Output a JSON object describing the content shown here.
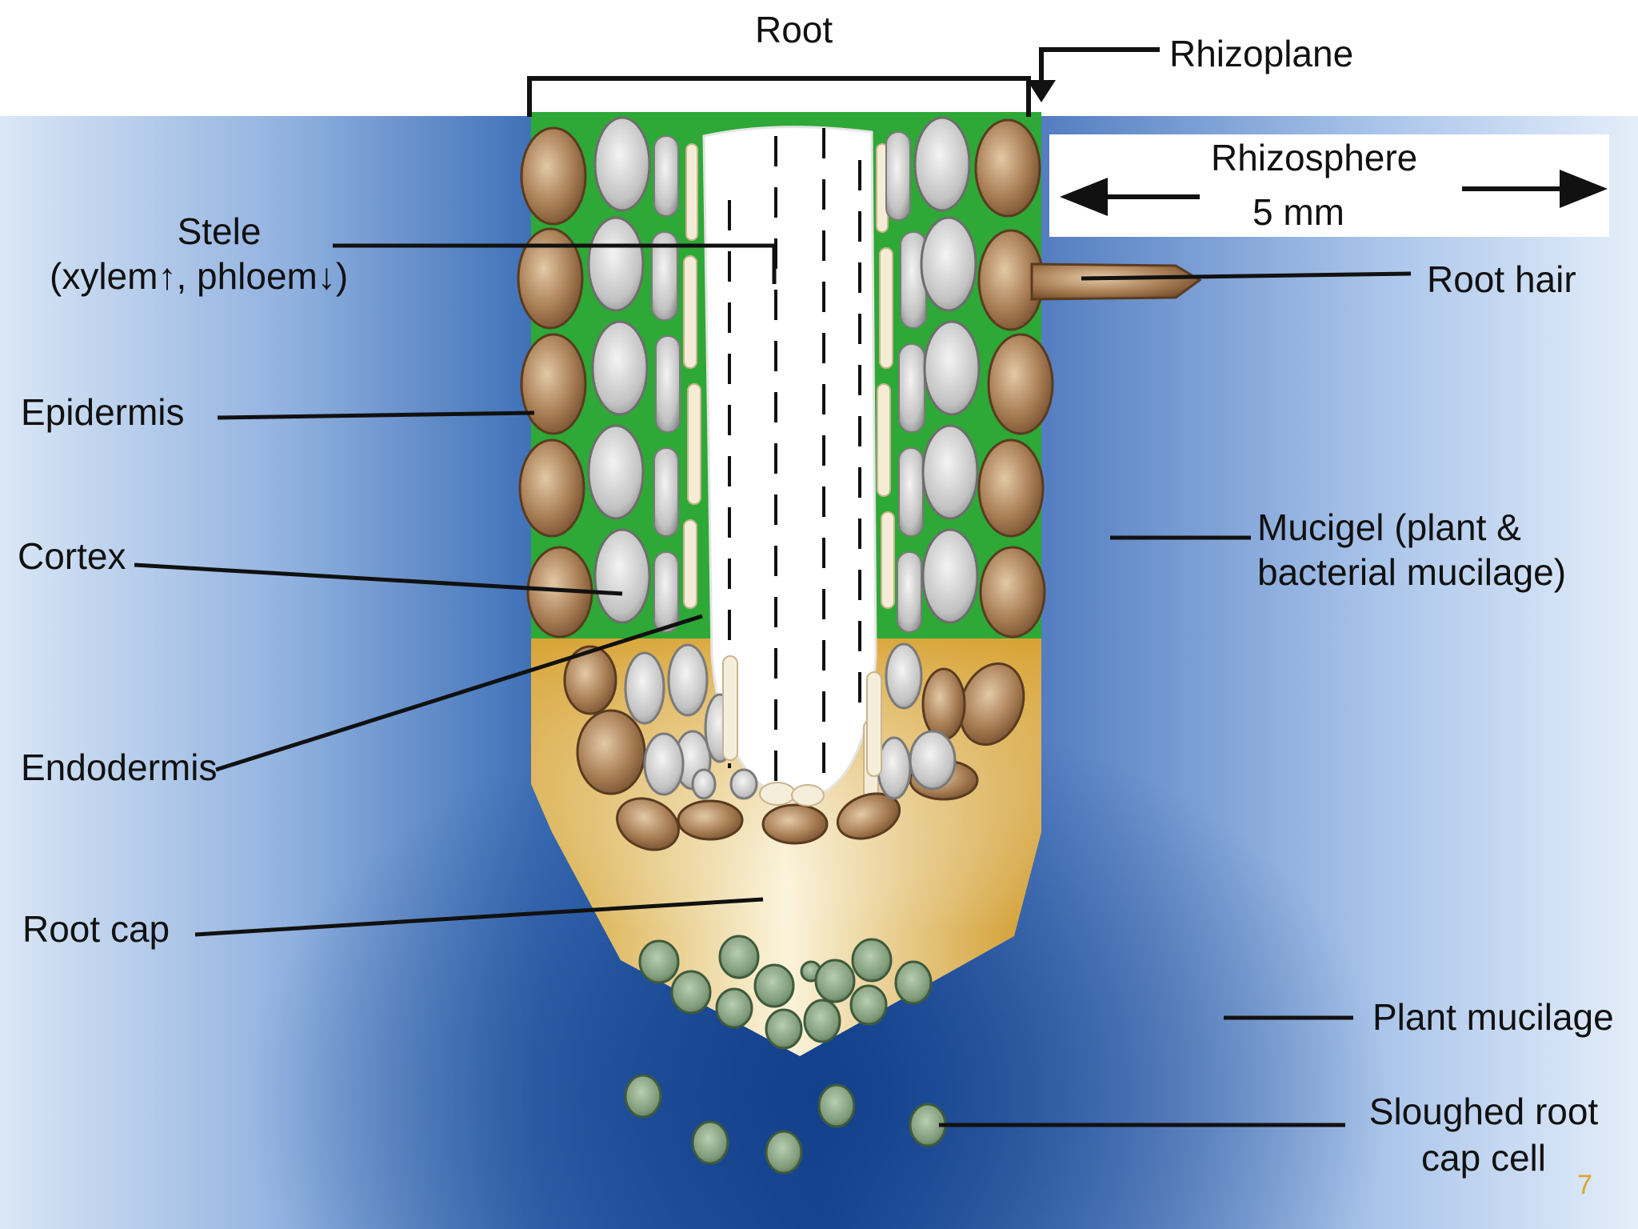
{
  "labels": {
    "root": "Root",
    "rhizoplane": "Rhizoplane",
    "rhizosphere": "Rhizosphere",
    "distance": "5 mm",
    "stele_line1": "Stele",
    "stele_line2": "(xylem↑, phloem↓)",
    "root_hair": "Root hair",
    "epidermis": "Epidermis",
    "mucigel_line1": "Mucigel (plant &",
    "mucigel_line2": "bacterial mucilage)",
    "cortex": "Cortex",
    "endodermis": "Endodermis",
    "root_cap": "Root cap",
    "plant_mucilage": "Plant mucilage",
    "sloughed_line1": "Sloughed root",
    "sloughed_line2": "cap cell"
  },
  "slide_number": "7",
  "colors": {
    "background_blue_dark": "#1f4f9a",
    "background_blue_light": "#c9dcf2",
    "cortex_green": "#2ea836",
    "root_cap_gold": "#dca836",
    "epidermis_cell_brown": "#a47a52",
    "cortex_cell_gray": "#c9c9c9",
    "cap_cell_green": "#7d9a78",
    "text": "#111111",
    "slide_number": "#d9a62e"
  }
}
